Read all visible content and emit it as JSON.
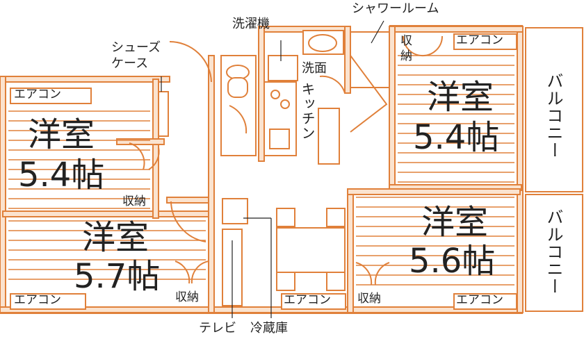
{
  "labels": {
    "washing_machine": "洗濯機",
    "shower_room": "シャワールーム",
    "shoe_case": "シューズ\nケース",
    "washbasin": "洗面",
    "kitchen": "キッチン",
    "tv": "テレビ",
    "fridge": "冷蔵庫"
  },
  "rooms": [
    {
      "id": "room-left-top",
      "type": "洋室",
      "size": "5.4帖",
      "storage": "収納",
      "ac": "エアコン"
    },
    {
      "id": "room-left-bottom",
      "type": "洋室",
      "size": "5.7帖",
      "storage": "収納",
      "ac": "エアコン"
    },
    {
      "id": "room-right-top",
      "type": "洋室",
      "size": "5.4帖",
      "storage": "収納",
      "ac": "エアコン"
    },
    {
      "id": "room-right-bottom",
      "type": "洋室",
      "size": "5.6帖",
      "storage": "収納",
      "ac": "エアコン"
    }
  ],
  "ldk_ac": "エアコン",
  "balconies": [
    "バルコニー",
    "バルコニー"
  ],
  "colors": {
    "wall": "#e0803a",
    "line": "#e0803a",
    "fill": "#fbe3cf",
    "text": "#222222"
  }
}
